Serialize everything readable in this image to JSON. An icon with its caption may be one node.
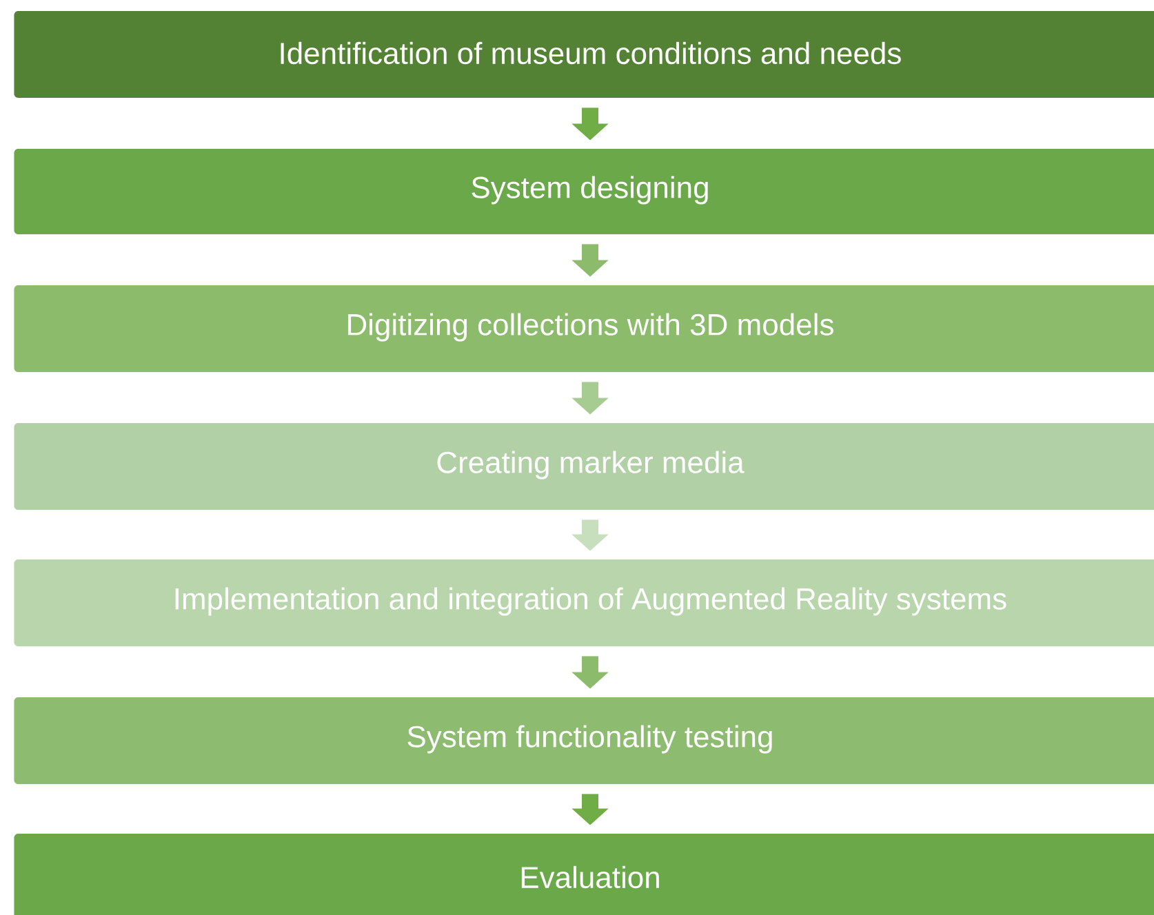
{
  "diagram": {
    "nodes": [
      {
        "text": [
          "Identification of museum conditions and needs"
        ]
      },
      {
        "text": [
          "System designing"
        ]
      },
      {
        "text": [
          "Digitizing collections with 3D models"
        ]
      },
      {
        "text": [
          "Creating marker media"
        ]
      },
      {
        "text": [
          "Implementation and integration of Augmented Reality systems"
        ]
      },
      {
        "text": [
          "System functionality testing"
        ]
      },
      {
        "text": [
          "Evaluation"
        ]
      }
    ],
    "edges": [
      {
        "from": 0,
        "to": 1,
        "arrow": "to",
        "color": "#70ad47"
      },
      {
        "from": 1,
        "to": 2,
        "arrow": "to",
        "color": "#8bbb6b"
      },
      {
        "from": 2,
        "to": 3,
        "arrow": "to",
        "color": "#a6cc92"
      },
      {
        "from": 3,
        "to": 4,
        "arrow": "to",
        "color": "#c8dfbd"
      },
      {
        "from": 4,
        "to": 5,
        "arrow": "to",
        "color": "#8bbb6b"
      },
      {
        "from": 5,
        "to": 6,
        "arrow": "to",
        "color": "#70ad47"
      }
    ]
  }
}
